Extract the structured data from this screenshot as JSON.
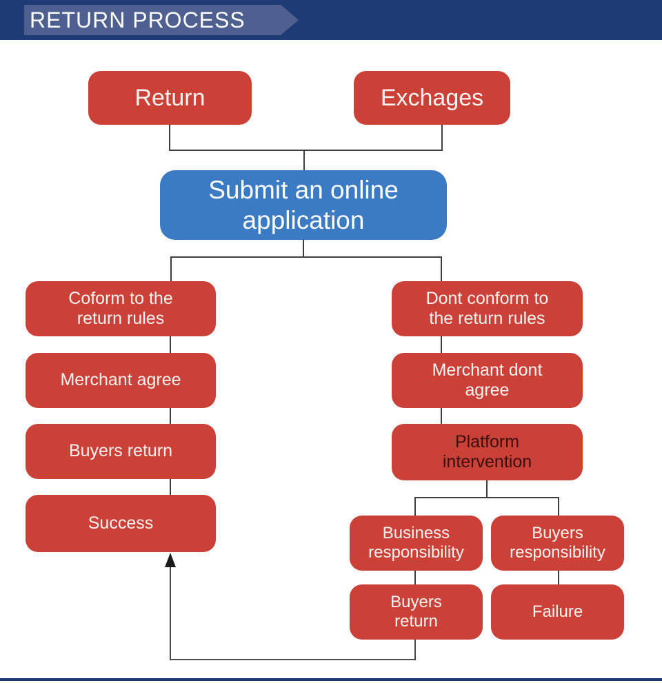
{
  "header": {
    "title": "RETURN PROCESS"
  },
  "nodes": {
    "return": "Return",
    "exchanges": "Exchages",
    "submit": "Submit an online\napplication",
    "conform": "Coform to the\nreturn rules",
    "merchant_agree": "Merchant agree",
    "buyers_return_left": "Buyers return",
    "success": "Success",
    "dont_conform": "Dont conform to\nthe return rules",
    "merchant_dont_agree": "Merchant dont\nagree",
    "platform_intervention": "Platform\nintervention",
    "business_responsibility": "Business\nresponsibility",
    "buyers_responsibility": "Buyers\nresponsibility",
    "buyers_return_bottom": "Buyers\nreturn",
    "failure": "Failure"
  },
  "colors": {
    "red": "#cb4138",
    "blue": "#3b7bc4",
    "navy": "#1f3b76",
    "badge": "#4e6090",
    "dark_text": "#38100d",
    "line": "#3f3f3f",
    "node_text": "#faf3f1"
  }
}
